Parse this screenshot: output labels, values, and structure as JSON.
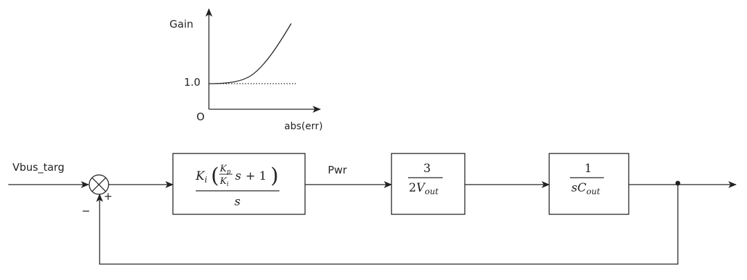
{
  "gain_plot": {
    "y_label": "Gain",
    "x_label": "abs(err)",
    "origin_label": "O",
    "ref_label": "1.0"
  },
  "signals": {
    "input": "Vbus_targ",
    "pwr": "Pwr",
    "sum_plus": "+",
    "sum_minus": "−"
  },
  "blocks": {
    "pi": {
      "k": "K",
      "i": "i",
      "p": "p",
      "s": "s",
      "plus_one": "+ 1",
      "lparen": "(",
      "rparen": ")",
      "den_s": "s"
    },
    "power_to_current": {
      "num": "3",
      "den_coef": "2",
      "den_var": "V",
      "den_sub": "out"
    },
    "cap": {
      "num": "1",
      "den_s": "s",
      "den_var": "C",
      "den_sub": "out"
    }
  },
  "colors": {
    "line": "#222222",
    "background": "#ffffff"
  }
}
